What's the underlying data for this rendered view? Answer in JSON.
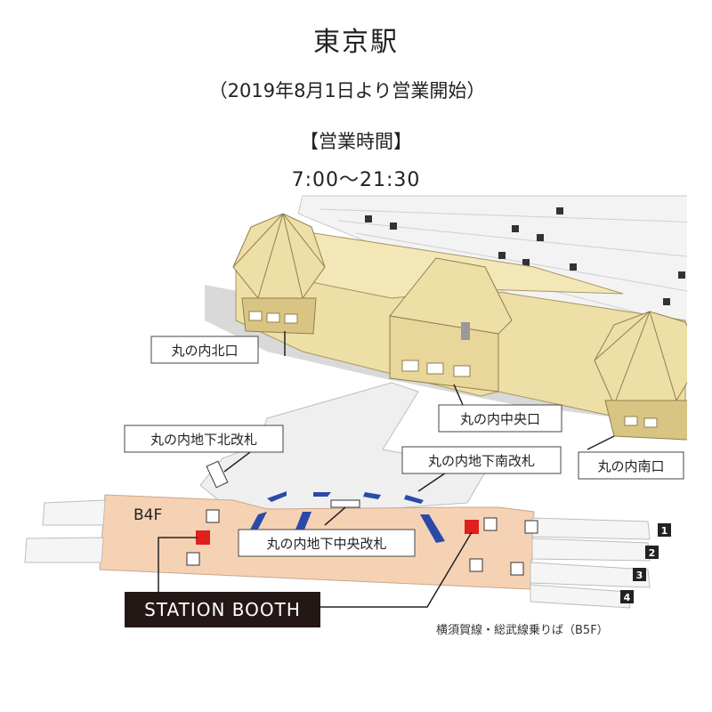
{
  "header": {
    "title": "東京駅",
    "subtitle": "（2019年8月1日より営業開始）",
    "hours_label": "【営業時間】",
    "hours": "7:00～21:30"
  },
  "map": {
    "floor": "B4F",
    "labels": {
      "north_exit": "丸の内北口",
      "central_exit": "丸の内中央口",
      "south_exit": "丸の内南口",
      "underground_north_gate": "丸の内地下北改札",
      "underground_south_gate": "丸の内地下南改札",
      "underground_central_gate": "丸の内地下中央改札"
    },
    "booth_label": "STATION BOOTH",
    "platforms": [
      "1",
      "2",
      "3",
      "4"
    ],
    "note": "横須賀線・総武線乗りば（B5F）",
    "colors": {
      "building": "#eedfa6",
      "building_dark": "#d9c583",
      "floor": "#f6d2b5",
      "concourse": "#efefef",
      "booth": "#e0201c",
      "booth_label_bg": "#231815",
      "gate": "#2b4aa8"
    }
  }
}
